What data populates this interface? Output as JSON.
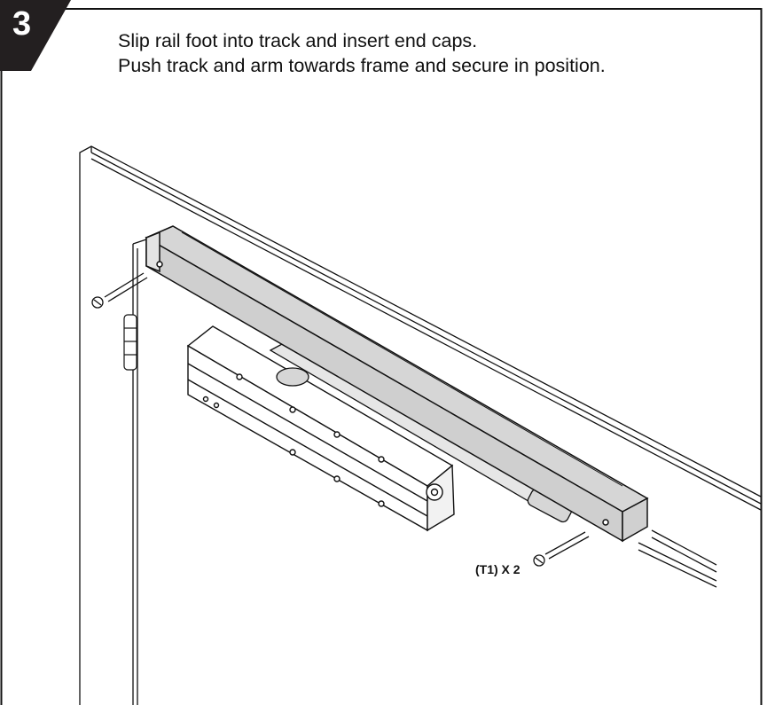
{
  "step": {
    "number": "3",
    "badge_color": "#231f20"
  },
  "instructions": {
    "line1": "Slip rail foot into track and insert end caps.",
    "line2": "Push track and arm towards frame and secure in position."
  },
  "callout": {
    "label": "(T1) X 2"
  },
  "colors": {
    "track_fill": "#d6d6d6",
    "line": "#111111",
    "body_fill": "#ffffff"
  }
}
